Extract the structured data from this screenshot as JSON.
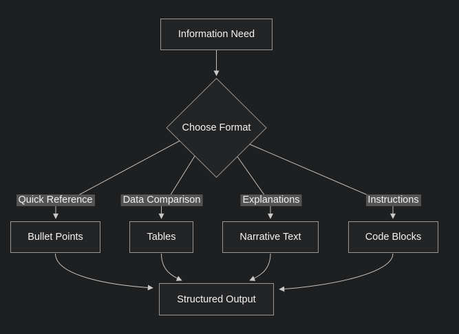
{
  "diagram": {
    "type": "flowchart",
    "direction": "top-down",
    "colors": {
      "background": "#1e1f20",
      "node_fill": "#232426",
      "node_border": "#979797",
      "node_text": "#f2f2f2",
      "edge_line": "#c2c2c2",
      "arrowhead": "#c9c9c9",
      "edge_label_bg": "#545454",
      "edge_label_text": "#f0f0f0"
    },
    "nodes": [
      {
        "id": "information-need",
        "label": "Information Need",
        "shape": "rectangle"
      },
      {
        "id": "choose-format",
        "label": "Choose Format",
        "shape": "diamond"
      },
      {
        "id": "bullet-points",
        "label": "Bullet Points",
        "shape": "rectangle"
      },
      {
        "id": "tables",
        "label": "Tables",
        "shape": "rectangle"
      },
      {
        "id": "narrative-text",
        "label": "Narrative Text",
        "shape": "rectangle"
      },
      {
        "id": "code-blocks",
        "label": "Code Blocks",
        "shape": "rectangle"
      },
      {
        "id": "structured-output",
        "label": "Structured Output",
        "shape": "rectangle"
      }
    ],
    "edges": [
      {
        "from": "Information Need",
        "to": "Choose Format",
        "label": ""
      },
      {
        "from": "Choose Format",
        "to": "Bullet Points",
        "label": "Quick Reference"
      },
      {
        "from": "Choose Format",
        "to": "Tables",
        "label": "Data Comparison"
      },
      {
        "from": "Choose Format",
        "to": "Narrative Text",
        "label": "Explanations"
      },
      {
        "from": "Choose Format",
        "to": "Code Blocks",
        "label": "Instructions"
      },
      {
        "from": "Bullet Points",
        "to": "Structured Output",
        "label": ""
      },
      {
        "from": "Tables",
        "to": "Structured Output",
        "label": ""
      },
      {
        "from": "Narrative Text",
        "to": "Structured Output",
        "label": ""
      },
      {
        "from": "Code Blocks",
        "to": "Structured Output",
        "label": ""
      }
    ]
  }
}
